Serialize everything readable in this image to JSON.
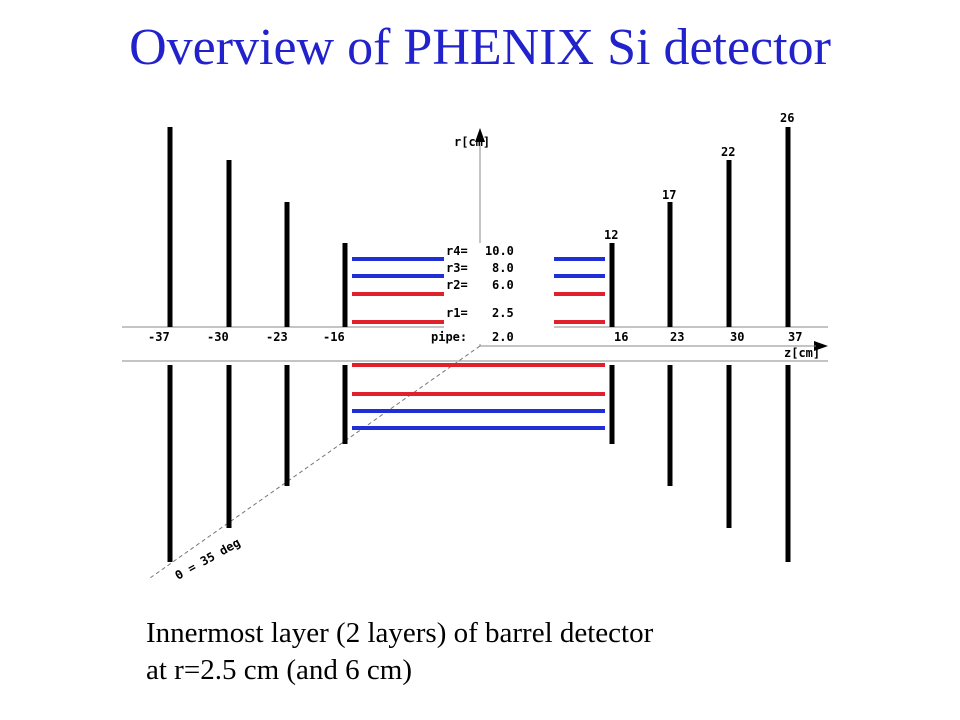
{
  "slide": {
    "title": "Overview of PHENIX Si detector",
    "caption_line1": "Innermost layer (2 layers)  of barrel detector",
    "caption_line2": "at r=2.5 cm (and 6 cm)"
  },
  "diagram": {
    "r_axis_label": "r[cm]",
    "z_axis_label": "z[cm]",
    "angle_label": "Θ = 35 deg",
    "z_ticks": [
      "-37",
      "-30",
      "-23",
      "-16",
      "16",
      "23",
      "30",
      "37"
    ],
    "endcap_radii": [
      "12",
      "17",
      "22",
      "26"
    ],
    "layers": [
      {
        "label": "r4=",
        "value": "10.0",
        "color": "#1f2fd6"
      },
      {
        "label": "r3=",
        "value": "8.0",
        "color": "#1f2fd6"
      },
      {
        "label": "r2=",
        "value": "6.0",
        "color": "#e0202a"
      },
      {
        "label": "r1=",
        "value": "2.5",
        "color": "#e0202a"
      }
    ],
    "pipe_label": "pipe:",
    "pipe_value": "2.0",
    "colors": {
      "title": "#2222cc",
      "outer_layers": "#1f2fd6",
      "inner_layers": "#e0202a",
      "axes": "#888888"
    }
  }
}
